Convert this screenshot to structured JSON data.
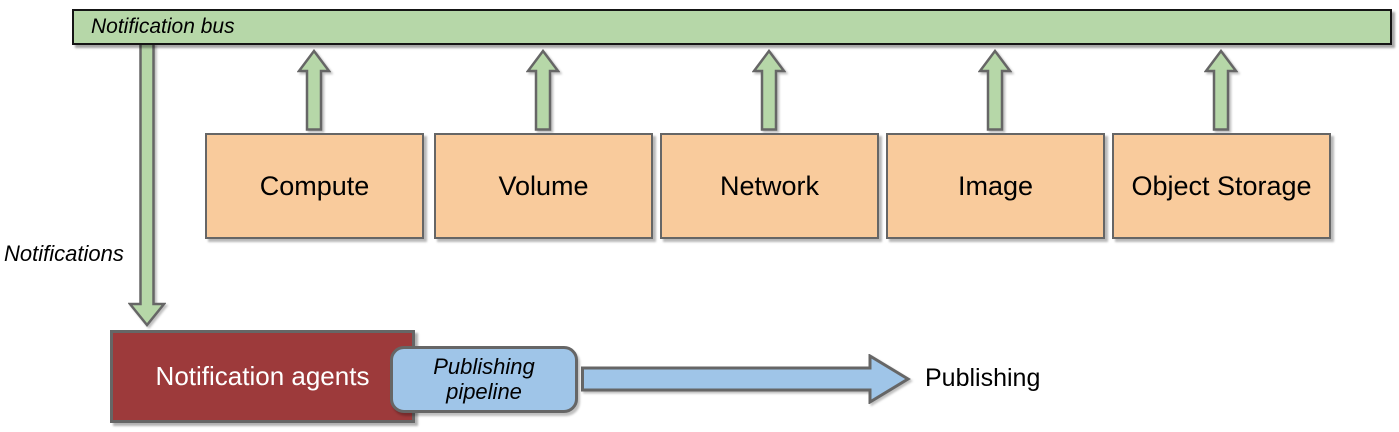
{
  "diagram": {
    "bus": {
      "label": "Notification bus"
    },
    "notifications_arrow_label": "Notifications",
    "services": [
      {
        "label": "Compute"
      },
      {
        "label": "Volume"
      },
      {
        "label": "Network"
      },
      {
        "label": "Image"
      },
      {
        "label": "Object Storage"
      }
    ],
    "agents": {
      "label": "Notification agents"
    },
    "pipeline": {
      "label": "Publishing pipeline"
    },
    "publishing_arrow_label": "Publishing"
  },
  "colors": {
    "bus_fill": "#b6d7a8",
    "arrow_green": "#b6d7a8",
    "service_fill": "#f9cb9c",
    "agents_fill": "#9d3a3b",
    "pipeline_fill": "#9fc5e8",
    "arrow_blue": "#9fc5e8",
    "border_gray": "#666666",
    "bus_border": "#151515"
  }
}
